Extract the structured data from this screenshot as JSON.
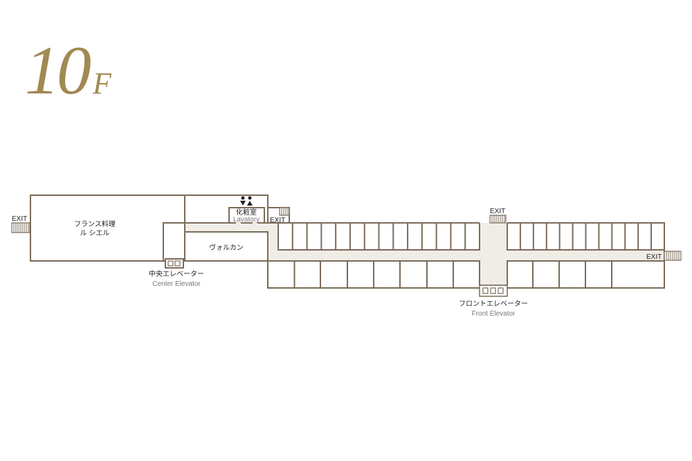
{
  "floor": {
    "number": "10",
    "suffix": "F"
  },
  "colors": {
    "title": "#a08a52",
    "wall": "#7a6b59",
    "corridor": "#f0ede6"
  },
  "rooms": {
    "french_restaurant": {
      "line1": "フランス料理",
      "line2": "ル シエル"
    },
    "vulcan": "ヴォルカン",
    "lavatory": {
      "ja": "化粧室",
      "en": "Lavatory"
    }
  },
  "elevators": {
    "center": {
      "ja": "中央エレベーター",
      "en": "Center Elevator"
    },
    "front": {
      "ja": "フロントエレベーター",
      "en": "Front Elevator"
    }
  },
  "exits": {
    "left": "EXIT",
    "lavatory": "EXIT",
    "front": "EXIT",
    "right": "EXIT"
  },
  "icons": {
    "restroom": "restroom-icon",
    "stairs": "stairs-icon",
    "elevator": "elevator-icon"
  }
}
